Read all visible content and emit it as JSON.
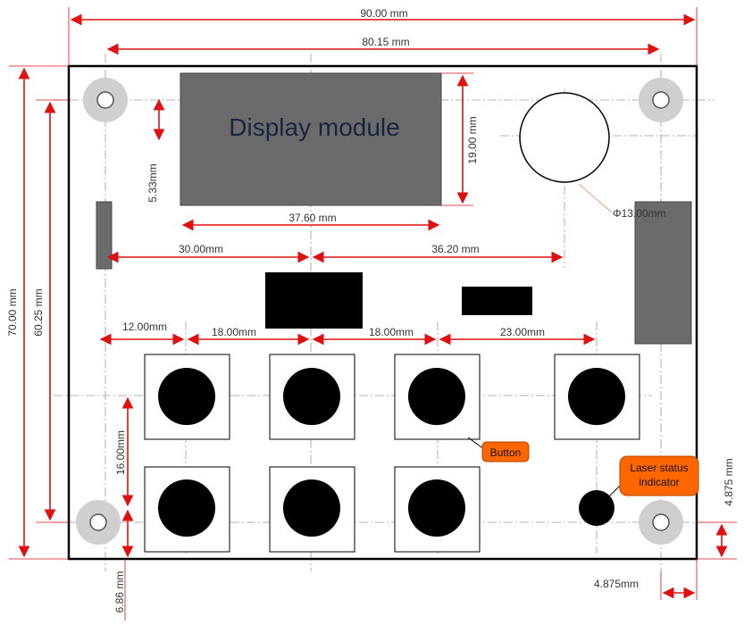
{
  "colors": {
    "dimension": "#e01010",
    "board_outline": "#000000",
    "component_dark": "#000000",
    "display": "#6b6b6b",
    "connector": "#6b6b6b",
    "hole_ring": "#cfcfcf",
    "callout_fill": "#ff6600",
    "centerline": "#9a9a9a"
  },
  "labels": {
    "display_module": "Display module",
    "button": "Button",
    "laser_status_line1": "Laser status",
    "laser_status_line2": "indicator"
  },
  "dimensions": {
    "overall_width": "90.00 mm",
    "hole_spacing_x": "80.15 mm",
    "overall_height": "70.00 mm",
    "hole_spacing_y": "60.25 mm",
    "display_top_offset": "5.33mm",
    "display_height": "19.00 mm",
    "display_width": "37.60 mm",
    "speaker_diameter": "Φ13.00mm",
    "left_to_center": "30.00mm",
    "center_to_speaker": "36.20 mm",
    "button_x1": "12.00mm",
    "button_x2": "18.00mm",
    "button_x3": "18.00mm",
    "button_x4": "23.00mm",
    "button_pitch_y": "16.00mm",
    "bottom_offset_left": "6.86 mm",
    "hole_inset_right_v": "4.875 mm",
    "hole_inset_right_h": "4.875mm"
  }
}
